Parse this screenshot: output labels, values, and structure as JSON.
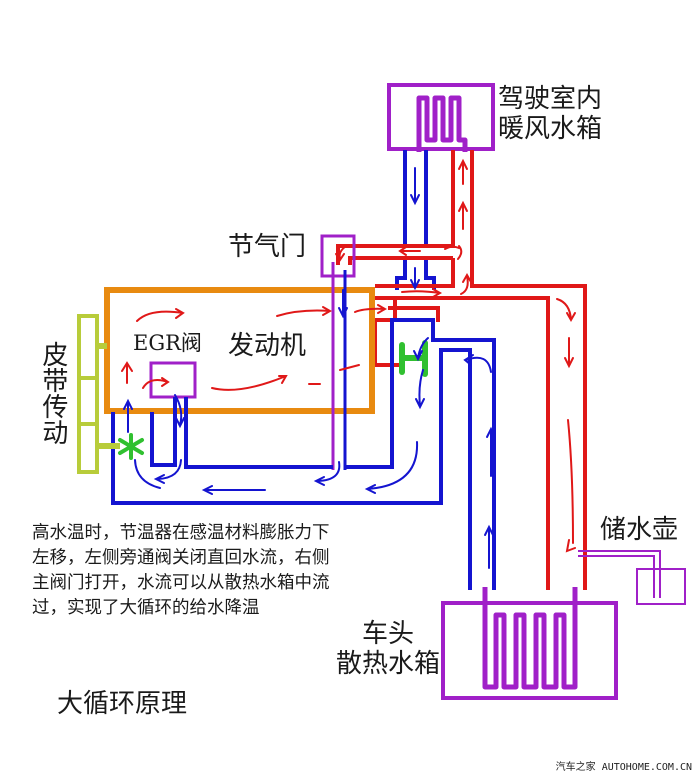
{
  "diagram": {
    "title": "大循环原理",
    "labels": {
      "heater_core": [
        "驾驶室内",
        "暖风水箱"
      ],
      "throttle": "节气门",
      "egr_valve": "EGR阀",
      "engine": "发动机",
      "belt_drive": "皮带传动",
      "expansion_tank": "储水壶",
      "radiator": [
        "车头",
        "散热水箱"
      ]
    },
    "description": [
      "高水温时，节温器在感温材料膨胀力下",
      "左移，左侧旁通阀关闭直回水流，右侧",
      "主阀门打开，水流可以从散热水箱中流",
      "过，实现了大循环的给水降温"
    ],
    "watermark": "汽车之家 AUTOHOME.COM.CN",
    "legend_colors": {
      "hot_coolant": "#e01818",
      "cold_coolant": "#1414d0",
      "engine_block": "#e88a10",
      "components": "#a020c8",
      "belt_drive": "#b8cc3a",
      "thermostat_pump": "#30c030"
    }
  }
}
